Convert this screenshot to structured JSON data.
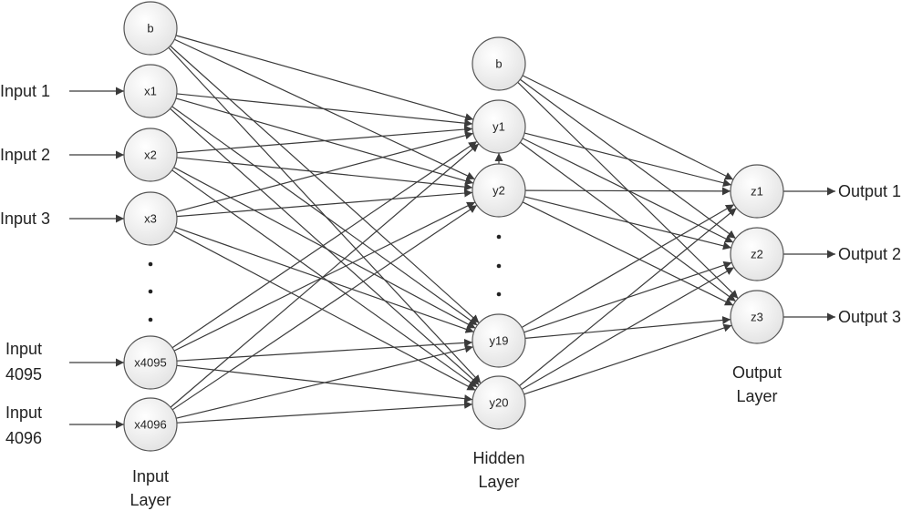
{
  "diagram": {
    "input_nodes": [
      "b",
      "x1",
      "x2",
      "x3",
      "x4095",
      "x4096"
    ],
    "hidden_nodes": [
      "b",
      "y1",
      "y2",
      "y19",
      "y20"
    ],
    "output_nodes": [
      "z1",
      "z2",
      "z3"
    ],
    "input_labels": [
      "Input 1",
      "Input 2",
      "Input 3",
      "Input\n4095",
      "Input\n4096"
    ],
    "output_labels": [
      "Output 1",
      "Output 2",
      "Output 3"
    ],
    "layer_labels": {
      "input": "Input\nLayer",
      "hidden": "Hidden\nLayer",
      "output": "Output\nLayer"
    }
  }
}
